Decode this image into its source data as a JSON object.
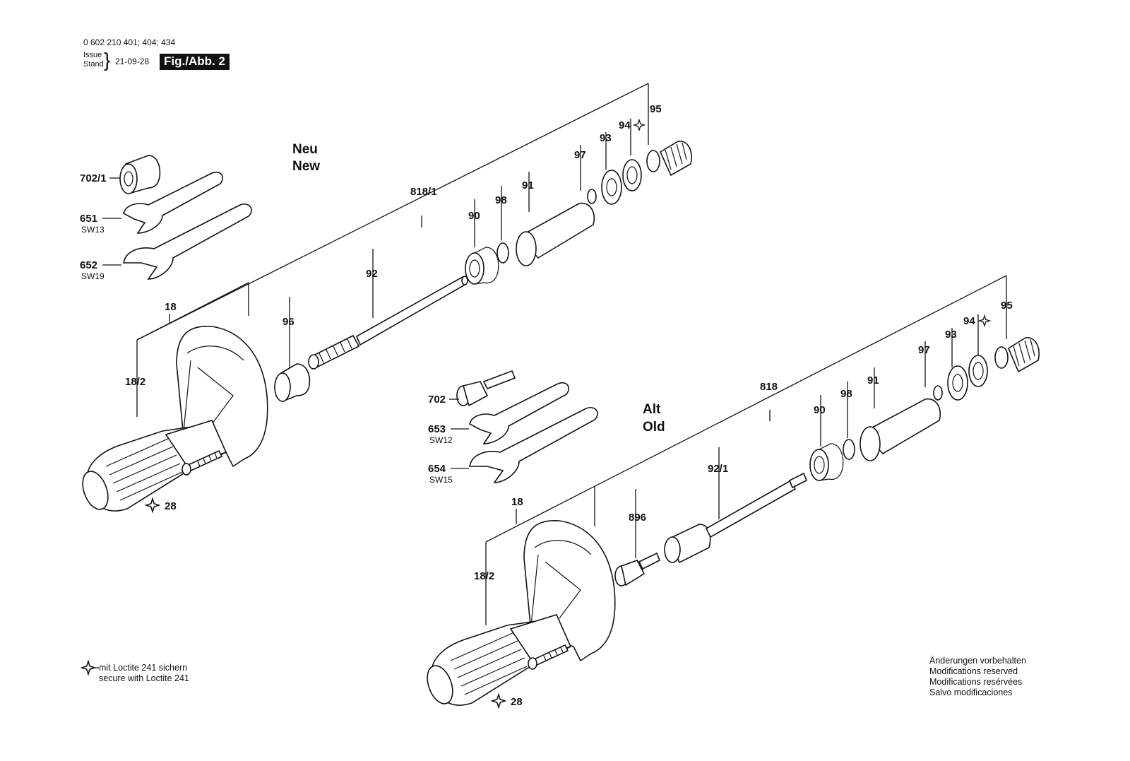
{
  "header": {
    "doc_number": "0 602 210 401; 404; 434",
    "issue_label": "Issue",
    "stand_label": "Stand",
    "date": "21-09-28",
    "figure_label": "Fig./Abb. 2"
  },
  "variant_new": {
    "title_de": "Neu",
    "title_en": "New",
    "labels": {
      "p702_1": "702/1",
      "p651": "651",
      "p651_size": "SW13",
      "p652": "652",
      "p652_size": "SW19",
      "p818_1": "818/1",
      "p90": "90",
      "p98": "98",
      "p91": "91",
      "p97": "97",
      "p93": "93",
      "p94": "94",
      "p95": "95",
      "p92": "92",
      "p96": "96",
      "p18": "18",
      "p18_2": "18/2",
      "p28": "28"
    }
  },
  "variant_old": {
    "title_de": "Alt",
    "title_en": "Old",
    "labels": {
      "p702": "702",
      "p653": "653",
      "p653_size": "SW12",
      "p654": "654",
      "p654_size": "SW15",
      "p818": "818",
      "p90": "90",
      "p98": "98",
      "p91": "91",
      "p97": "97",
      "p93": "93",
      "p94": "94",
      "p95": "95",
      "p92_1": "92/1",
      "p896": "896",
      "p18": "18",
      "p18_2": "18/2",
      "p28": "28"
    }
  },
  "legend": {
    "loctite_de": "mit Loctite 241 sichern",
    "loctite_en": "secure with Loctite 241"
  },
  "notice": {
    "de": "Änderungen vorbehalten",
    "en": "Modifications reserved",
    "fr": "Modifications resérvées",
    "es": "Salvo modificaciones"
  },
  "icons": {
    "loctite_mark": "four-point-star-icon"
  }
}
